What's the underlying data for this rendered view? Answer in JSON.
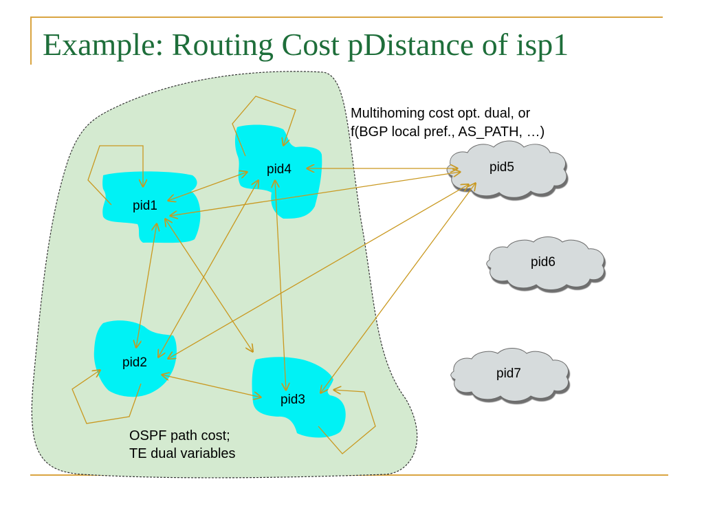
{
  "title": "Example: Routing Cost pDistance of isp1",
  "nodes": {
    "pid1": "pid1",
    "pid2": "pid2",
    "pid3": "pid3",
    "pid4": "pid4",
    "pid5": "pid5",
    "pid6": "pid6",
    "pid7": "pid7"
  },
  "notes": {
    "multihoming_line1": "Multihoming cost opt. dual, or",
    "multihoming_line2": "f(BGP local pref., AS_PATH, …)",
    "ospf_line1": "OSPF path cost;",
    "ospf_line2": "TE dual variables"
  },
  "colors": {
    "title": "#1e6e3a",
    "frame": "#d9a440",
    "region_fill": "#d4ead0",
    "internal_node": "#00f2f5",
    "external_node": "#d6dbdc",
    "arrow": "#c9981f"
  }
}
